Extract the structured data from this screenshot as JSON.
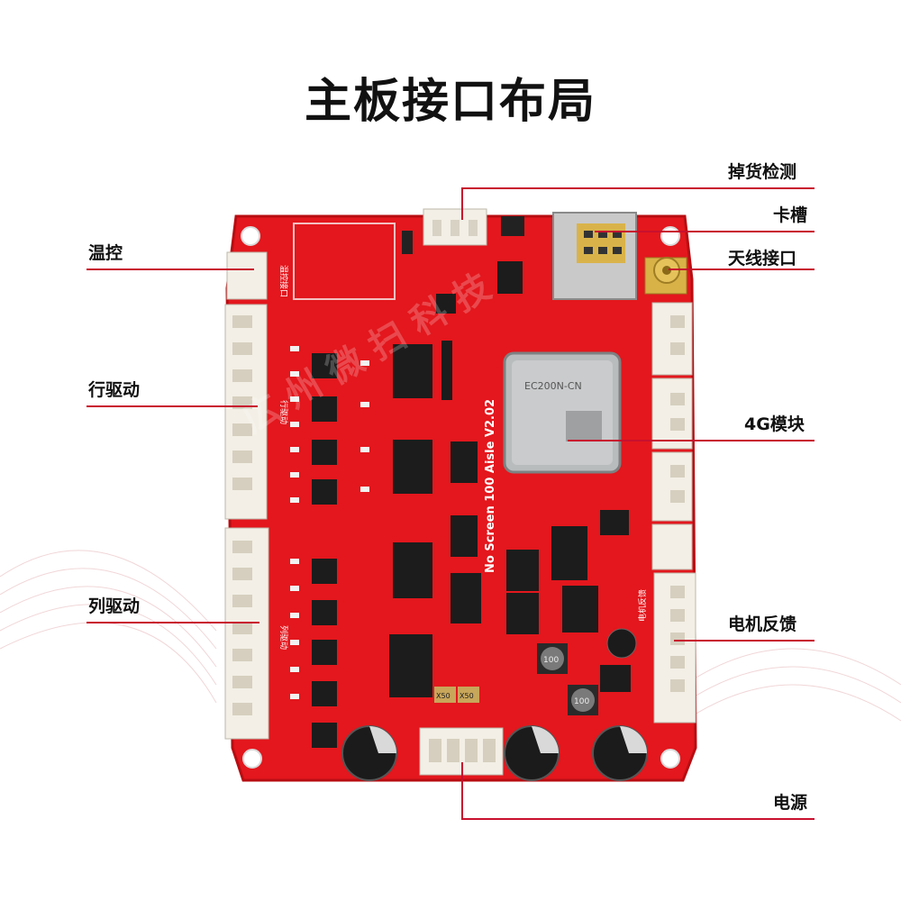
{
  "title": "主板接口布局",
  "callouts": {
    "drop_detect": "掉货检测",
    "card_slot": "卡槽",
    "antenna": "天线接口",
    "temp_control": "温控",
    "row_drive": "行驱动",
    "module_4g": "4G模块",
    "col_drive": "列驱动",
    "motor_feedback": "电机反馈",
    "power": "电源"
  },
  "board": {
    "silkscreen_version": "No Screen 100 Aisle V2.02",
    "module_label": "EC200N-CN",
    "left_labels": {
      "temp": "温控接口",
      "row": "行驱动",
      "col": "列驱动"
    },
    "right_labels": {
      "feedback": "电机反馈"
    },
    "cap_labels": [
      "100",
      "100",
      "X50",
      "X50"
    ]
  },
  "colors": {
    "accent": "#c8102e",
    "board": "#e3171d",
    "board_dark": "#b80d12",
    "connector": "#f3efe6",
    "chip": "#1c1c1c"
  },
  "icons": {
    "antenna": "sma-connector-icon",
    "sim": "sim-slot-icon",
    "capacitor": "capacitor-icon"
  }
}
